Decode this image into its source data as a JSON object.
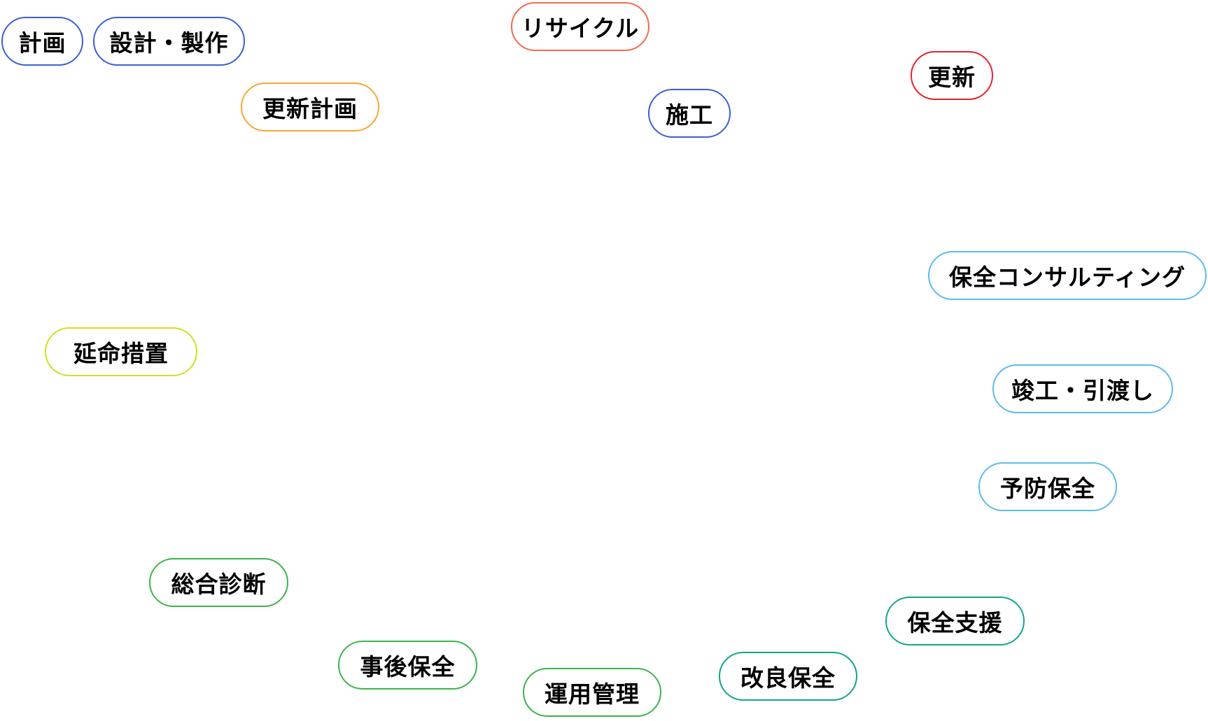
{
  "colors": {
    "blue": "#3b5fd4",
    "coral": "#f4694f",
    "red": "#e8202a",
    "orange": "#f7a832",
    "lightblue": "#5dbbee",
    "yellowgreen": "#d3df22",
    "green": "#3cb44b",
    "teal": "#0fa68b"
  },
  "nodes": [
    {
      "id": "keikaku",
      "label": "計画",
      "color": "blue"
    },
    {
      "id": "sekkei",
      "label": "設計・製作",
      "color": "blue"
    },
    {
      "id": "recycle",
      "label": "リサイクル",
      "color": "coral"
    },
    {
      "id": "koushin",
      "label": "更新",
      "color": "red"
    },
    {
      "id": "koushin-keikaku",
      "label": "更新計画",
      "color": "orange"
    },
    {
      "id": "sekou",
      "label": "施工",
      "color": "blue"
    },
    {
      "id": "consulting",
      "label": "保全コンサルティング",
      "color": "lightblue"
    },
    {
      "id": "enmei",
      "label": "延命措置",
      "color": "yellowgreen"
    },
    {
      "id": "shunkou",
      "label": "竣工・引渡し",
      "color": "lightblue"
    },
    {
      "id": "yobou",
      "label": "予防保全",
      "color": "lightblue"
    },
    {
      "id": "shindan",
      "label": "総合診断",
      "color": "green"
    },
    {
      "id": "jigo",
      "label": "事後保全",
      "color": "green"
    },
    {
      "id": "unyou",
      "label": "運用管理",
      "color": "green"
    },
    {
      "id": "kairyou",
      "label": "改良保全",
      "color": "teal"
    },
    {
      "id": "shien",
      "label": "保全支援",
      "color": "teal"
    }
  ]
}
